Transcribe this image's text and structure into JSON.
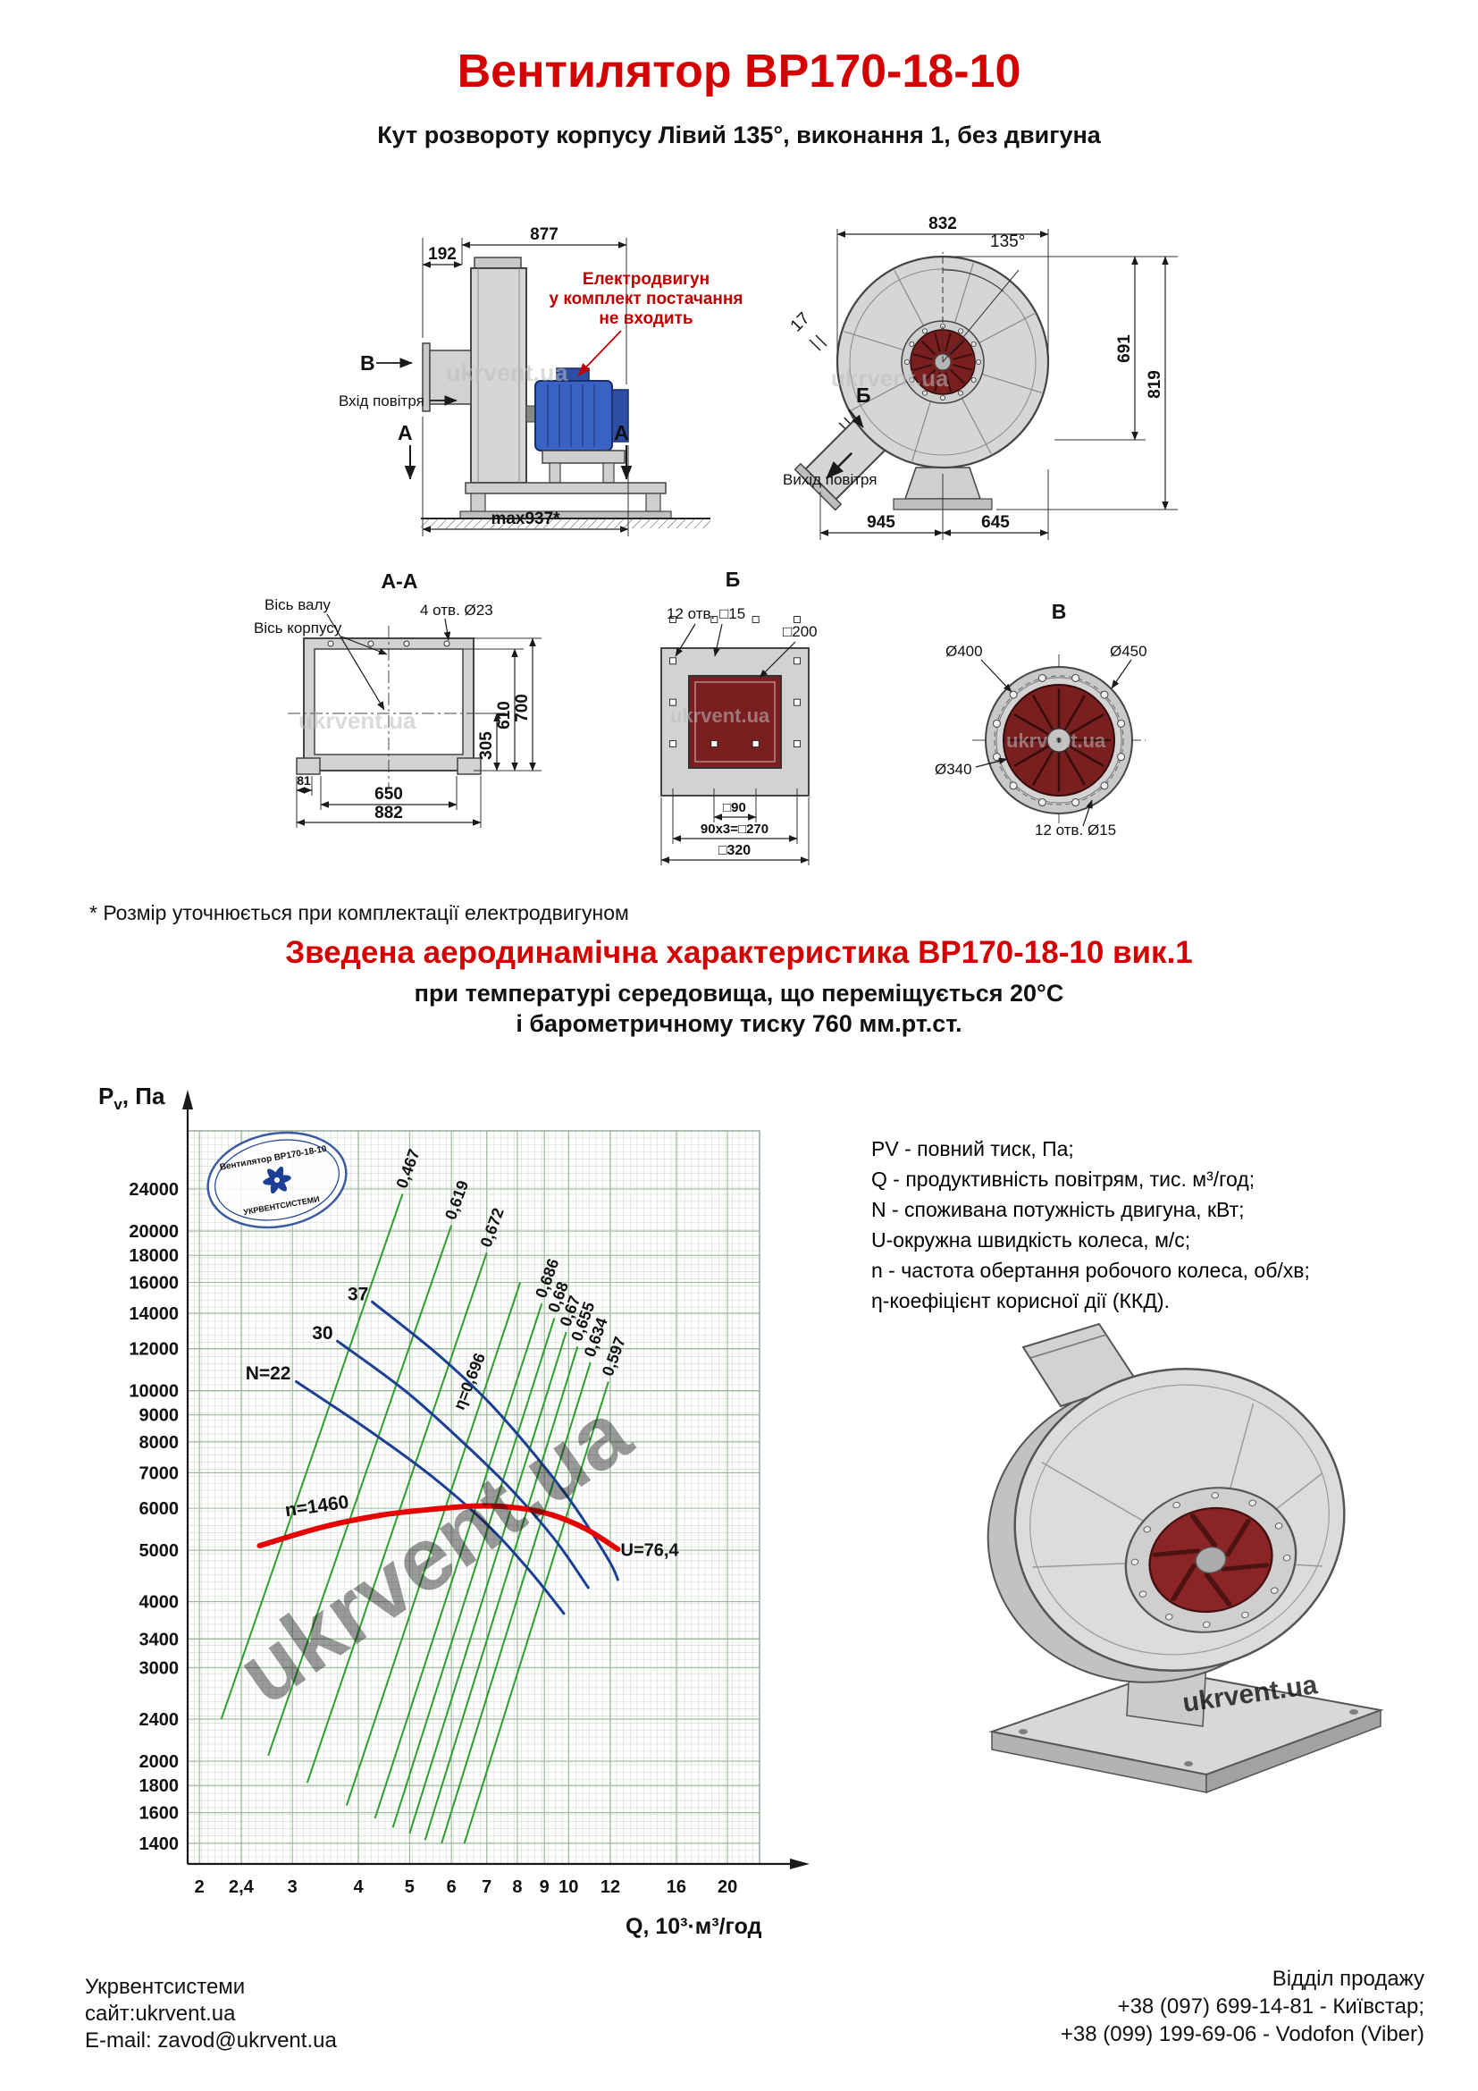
{
  "watermark": "ukrvent.ua",
  "header": {
    "title": "Вентилятор ВР170-18-10",
    "subtitle": "Кут розвороту корпусу Лівий 135°, виконання 1, без двигуна"
  },
  "side_view": {
    "dim_192": "192",
    "dim_877": "877",
    "dim_max937": "max937*",
    "view_b_label": "В",
    "section_a_label": "А",
    "inlet_label": "Вхід повітря",
    "motor_note_line1": "Електродвигун",
    "motor_note_line2": "у комплект постачання",
    "motor_note_line3": "не входить"
  },
  "front_view": {
    "dim_832": "832",
    "angle_135": "135°",
    "dim_17": "17",
    "dim_691": "691",
    "dim_819": "819",
    "dim_945": "945",
    "dim_645": "645",
    "section_b_label": "Б",
    "outlet_label": "Вихід повітря"
  },
  "section_aa": {
    "title": "А-А",
    "shaft_axis_label": "Вісь валу",
    "body_axis_label": "Вісь корпусу",
    "holes_label": "4 отв. Ø23",
    "dim_305": "305",
    "dim_610": "610",
    "dim_700": "700",
    "dim_81": "81",
    "dim_650": "650",
    "dim_882": "882"
  },
  "section_b": {
    "title": "Б",
    "holes_label": "12 отв. □15",
    "dim_200": "□200",
    "dim_90": "□90",
    "dim_step": "90х3=□270",
    "dim_320": "□320"
  },
  "view_v": {
    "title": "В",
    "dia_400": "Ø400",
    "dia_450": "Ø450",
    "dia_340": "Ø340",
    "holes_label": "12 отв. Ø15"
  },
  "footnote": "* Розмір уточнюється при комплектації електродвигуном",
  "aero_section": {
    "heading": "Зведена аеродинамічна характеристика ВР170-18-10 вик.1",
    "subheading1": "при температурі середовища, що переміщується 20°С",
    "subheading2": "і барометричному тиску 760 мм.рт.ст."
  },
  "legend": {
    "line1": "PV - повний тиск, Па;",
    "line2": "Q - продуктивність повітрям, тис. м³/год;",
    "line3": "N - споживана потужність двигуна, кВт;",
    "line4": "U-окружна швидкість колеса, м/с;",
    "line5": "n - частота обертання робочого колеса, об/хв;",
    "line6": "η-коефіцієнт корисної дії (ККД)."
  },
  "stamp": {
    "line1": "Вентилятор ВР170-18-10",
    "line2": "УКРВЕНТСИСТЕМИ"
  },
  "chart_data": {
    "type": "line",
    "xlabel": "Q, 10³·м³/год",
    "ylabel": "Pv, Па",
    "x_scale": "log",
    "y_scale": "log",
    "xlim": [
      1.9,
      23
    ],
    "ylim": [
      1280,
      30900
    ],
    "x_ticks": [
      2,
      2.4,
      3,
      4,
      5,
      6,
      7,
      8,
      9,
      10,
      12,
      16,
      20
    ],
    "x_tick_labels": [
      "2",
      "2,4",
      "3",
      "4",
      "5",
      "6",
      "7",
      "8",
      "9",
      "10",
      "12",
      "16",
      "20"
    ],
    "y_ticks": [
      1400,
      1600,
      1800,
      2000,
      2400,
      3000,
      3400,
      4000,
      5000,
      6000,
      7000,
      8000,
      9000,
      10000,
      12000,
      14000,
      16000,
      18000,
      20000,
      24000
    ],
    "y_tick_labels": [
      "1400",
      "1600",
      "1800",
      "2000",
      "2400",
      "3000",
      "3400",
      "4000",
      "5000",
      "6000",
      "7000",
      "8000",
      "9000",
      "10000",
      "12000",
      "14000",
      "16000",
      "18000",
      "20000",
      "24000"
    ],
    "axis_color": "#16337e",
    "grid_minor_color": "#ccd9cc",
    "grid_major_color": "#9cb69c",
    "efficiency_lines": {
      "color": "#2e9e2e",
      "lines": [
        {
          "label": "0,467",
          "from": [
            2.2,
            2400
          ],
          "to": [
            4.85,
            23500
          ],
          "label_rotation": -70
        },
        {
          "label": "0,619",
          "from": [
            2.7,
            2050
          ],
          "to": [
            6.0,
            20500
          ],
          "label_rotation": -70
        },
        {
          "label": "0,672",
          "from": [
            3.2,
            1820
          ],
          "to": [
            7.0,
            18200
          ],
          "label_rotation": -70
        },
        {
          "label": "η=0,696",
          "from": [
            3.8,
            1650
          ],
          "to": [
            8.1,
            16000
          ],
          "label_rotation": -68,
          "label_on_line": true
        },
        {
          "label": "0,686",
          "from": [
            4.3,
            1560
          ],
          "to": [
            8.9,
            14600
          ],
          "label_rotation": -70
        },
        {
          "label": "0,68",
          "from": [
            4.65,
            1500
          ],
          "to": [
            9.4,
            13700
          ],
          "label_rotation": -70
        },
        {
          "label": "0,67",
          "from": [
            5.0,
            1460
          ],
          "to": [
            9.9,
            12900
          ],
          "label_rotation": -70
        },
        {
          "label": "0,655",
          "from": [
            5.35,
            1420
          ],
          "to": [
            10.4,
            12100
          ],
          "label_rotation": -70
        },
        {
          "label": "0,634",
          "from": [
            5.75,
            1400
          ],
          "to": [
            11.0,
            11300
          ],
          "label_rotation": -70
        },
        {
          "label": "0,597",
          "from": [
            6.35,
            1400
          ],
          "to": [
            11.9,
            10400
          ],
          "label_rotation": -70
        }
      ]
    },
    "series": [
      {
        "name": "N=22",
        "color": "#1c3f94",
        "width": 3,
        "points": [
          [
            3.05,
            10400
          ],
          [
            4.2,
            8400
          ],
          [
            5.5,
            6900
          ],
          [
            7.0,
            5600
          ],
          [
            8.4,
            4600
          ],
          [
            9.8,
            3800
          ]
        ],
        "label": "N=22",
        "label_at": [
          2.98,
          10500
        ],
        "label_anchor": "end"
      },
      {
        "name": "N=30",
        "color": "#1c3f94",
        "width": 3,
        "points": [
          [
            3.65,
            12400
          ],
          [
            4.9,
            10000
          ],
          [
            6.3,
            8000
          ],
          [
            7.8,
            6500
          ],
          [
            9.4,
            5250
          ],
          [
            10.9,
            4250
          ]
        ],
        "label": "30",
        "label_at": [
          3.58,
          12500
        ],
        "label_anchor": "end"
      },
      {
        "name": "N=37",
        "color": "#1c3f94",
        "width": 3,
        "points": [
          [
            4.25,
            14700
          ],
          [
            5.6,
            11800
          ],
          [
            7.0,
            9600
          ],
          [
            8.6,
            7600
          ],
          [
            10.2,
            6100
          ],
          [
            11.9,
            4800
          ],
          [
            12.4,
            4400
          ]
        ],
        "label": "37",
        "label_at": [
          4.18,
          14800
        ],
        "label_anchor": "end"
      },
      {
        "name": "n=1460",
        "color": "#e60000",
        "width": 6,
        "points": [
          [
            2.6,
            5100
          ],
          [
            3.4,
            5520
          ],
          [
            4.4,
            5820
          ],
          [
            5.5,
            5970
          ],
          [
            6.7,
            6060
          ],
          [
            8.0,
            6010
          ],
          [
            9.3,
            5830
          ],
          [
            10.8,
            5480
          ],
          [
            12.4,
            5020
          ]
        ],
        "label": "n=1460",
        "label_at": [
          3.35,
          5900
        ],
        "label_anchor": "middle",
        "label_rotation": -8,
        "end_label": "U=76,4",
        "end_label_at": [
          12.55,
          4880
        ]
      }
    ]
  },
  "footer": {
    "company": "Укрвентсистеми",
    "site": "сайт:ukrvent.ua",
    "email": "E-mail: zavod@ukrvent.ua",
    "sales_title": "Відділ продажу",
    "phone1": "+38 (097) 699-14-81 - Київстар;",
    "phone2": "+38 (099) 199-69-06 - Vodofon (Viber)"
  }
}
